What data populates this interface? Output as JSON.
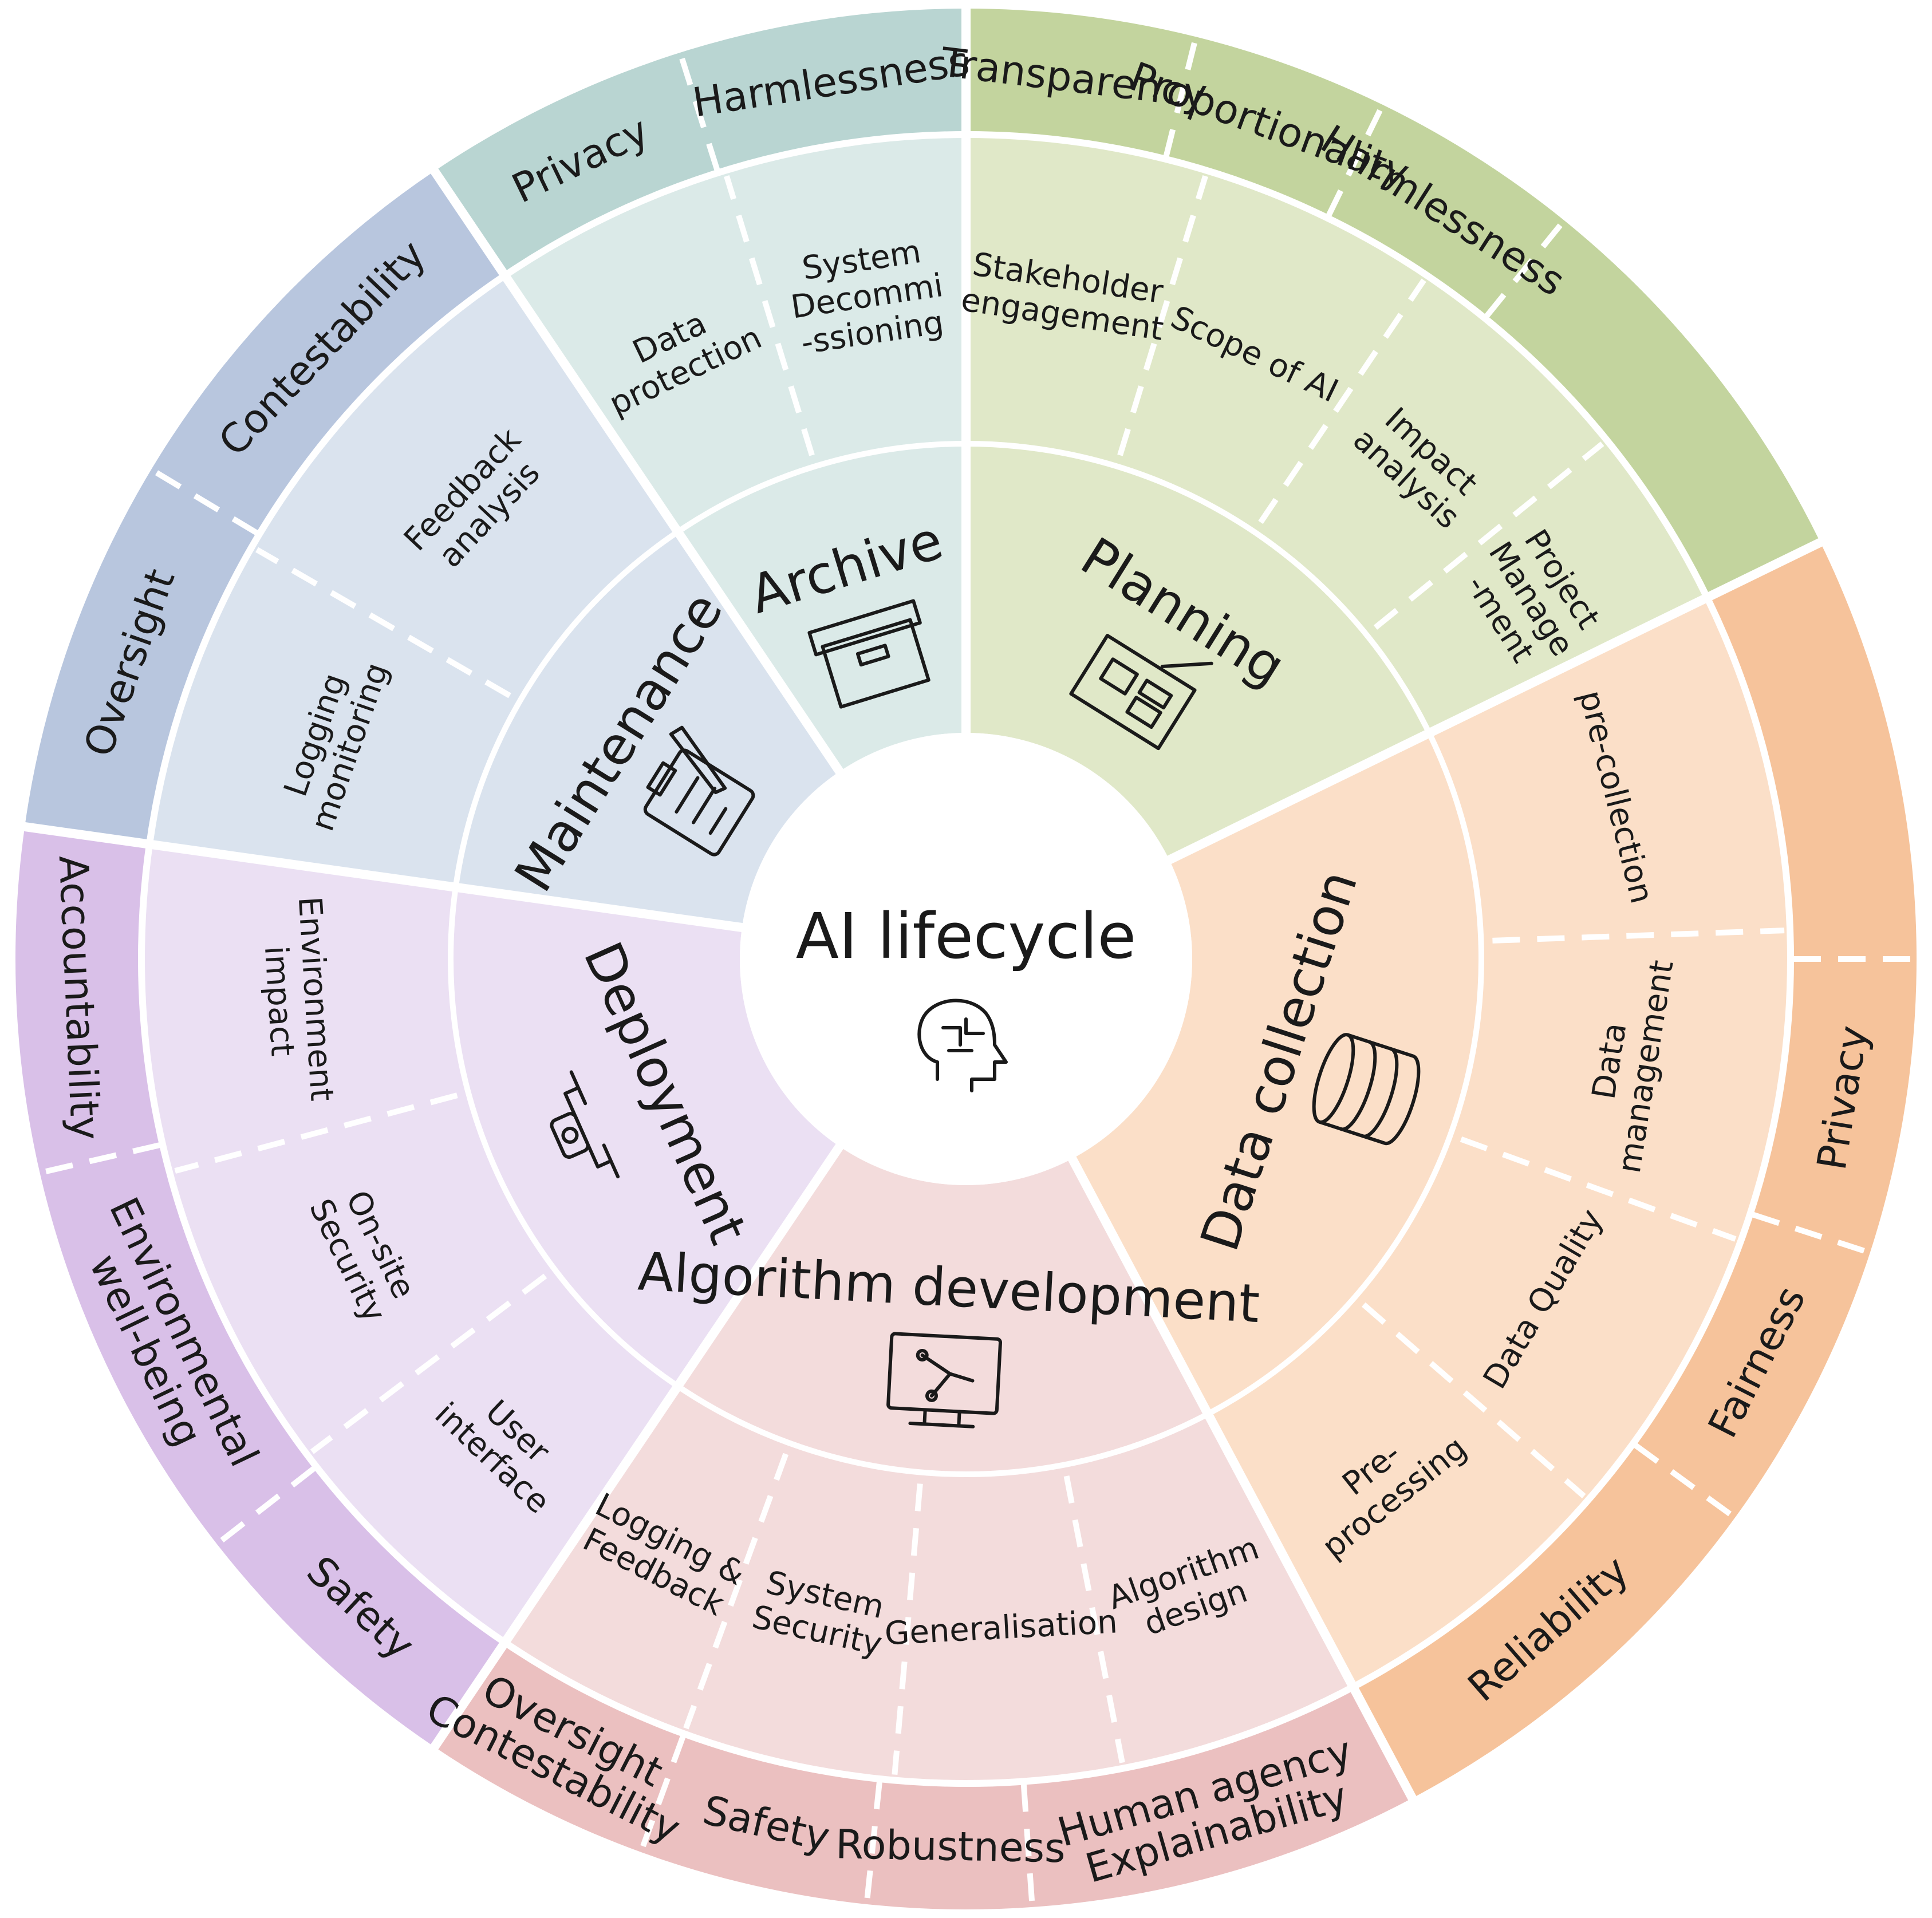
{
  "center": {
    "title": "AI lifecycle",
    "icon": "ai-brain-icon"
  },
  "phases": [
    {
      "id": "archive",
      "label": "Archive",
      "icon": "archive-box-icon",
      "colors": {
        "outer": "#b9d5d2",
        "mid": "#dbeae8",
        "inner": "#dbeae8"
      },
      "principles": [
        {
          "lines": [
            "Privacy"
          ]
        },
        {
          "lines": [
            "Harmlessness"
          ]
        }
      ],
      "activities": [
        {
          "lines": [
            "Data",
            "protection"
          ]
        },
        {
          "lines": [
            "System",
            "Decommi",
            "-ssioning"
          ]
        }
      ]
    },
    {
      "id": "planning",
      "label": "Planning",
      "icon": "blueprint-icon",
      "colors": {
        "outer": "#c3d49e",
        "mid": "#e0e8c8",
        "inner": "#e0e8c8"
      },
      "principles": [
        {
          "lines": [
            "Transparency"
          ]
        },
        {
          "lines": [
            "Proportionality"
          ]
        },
        {
          "lines": [
            "Harmlessness"
          ]
        },
        {
          "lines": [
            ""
          ]
        }
      ],
      "activities": [
        {
          "lines": [
            "Stakeholder",
            "engagement"
          ]
        },
        {
          "lines": [
            "Scope of AI"
          ]
        },
        {
          "lines": [
            "Impact",
            "analysis"
          ]
        },
        {
          "lines": [
            "Project",
            "Manage",
            "-ment"
          ]
        }
      ]
    },
    {
      "id": "data-collection",
      "label": "Data collection",
      "icon": "database-icon",
      "colors": {
        "outer": "#f6c39b",
        "mid": "#fbdfc8",
        "inner": "#fbdfc8"
      },
      "principles": [
        {
          "lines": [
            ""
          ]
        },
        {
          "lines": [
            "Privacy"
          ]
        },
        {
          "lines": [
            "Fairness"
          ]
        },
        {
          "lines": [
            "Reliability"
          ]
        }
      ],
      "activities": [
        {
          "lines": [
            "pre-collection"
          ]
        },
        {
          "lines": [
            "Data",
            "management"
          ]
        },
        {
          "lines": [
            "Data Quality"
          ]
        },
        {
          "lines": [
            "Pre-",
            "processing"
          ]
        }
      ]
    },
    {
      "id": "algorithm-development",
      "label": "Algorithm development",
      "icon": "monitor-network-icon",
      "colors": {
        "outer": "#ebc0c0",
        "mid": "#f3dcdc",
        "inner": "#f3dcdc"
      },
      "principles": [
        {
          "lines": [
            "Human agency",
            "Explainability"
          ]
        },
        {
          "lines": [
            "Robustness"
          ]
        },
        {
          "lines": [
            "Safety"
          ]
        },
        {
          "lines": [
            "Oversight",
            "Contestability"
          ]
        }
      ],
      "activities": [
        {
          "lines": [
            "Algorithm",
            "design"
          ]
        },
        {
          "lines": [
            "Generalisation"
          ]
        },
        {
          "lines": [
            "System",
            "Security"
          ]
        },
        {
          "lines": [
            "Logging &",
            "Feedback"
          ]
        }
      ]
    },
    {
      "id": "deployment",
      "label": "Deployment",
      "icon": "drone-icon",
      "colors": {
        "outer": "#d9c0e8",
        "mid": "#ebe0f3",
        "inner": "#ebe0f3"
      },
      "principles": [
        {
          "lines": [
            "Safety"
          ]
        },
        {
          "lines": [
            "Environmental",
            "well-being"
          ]
        },
        {
          "lines": [
            "Accountability"
          ]
        }
      ],
      "activities": [
        {
          "lines": [
            "User",
            "interface"
          ]
        },
        {
          "lines": [
            "On-site",
            "Security"
          ]
        },
        {
          "lines": [
            "Environment",
            "impact"
          ]
        }
      ]
    },
    {
      "id": "maintenance",
      "label": "Maintenance",
      "icon": "clipboard-pen-icon",
      "colors": {
        "outer": "#b8c6de",
        "mid": "#dae3ee",
        "inner": "#dae3ee"
      },
      "principles": [
        {
          "lines": [
            "Oversight"
          ]
        },
        {
          "lines": [
            "Contestability"
          ]
        }
      ],
      "activities": [
        {
          "lines": [
            "Logging",
            "monitoring"
          ]
        },
        {
          "lines": [
            "Feedback",
            "analysis"
          ]
        }
      ]
    }
  ]
}
